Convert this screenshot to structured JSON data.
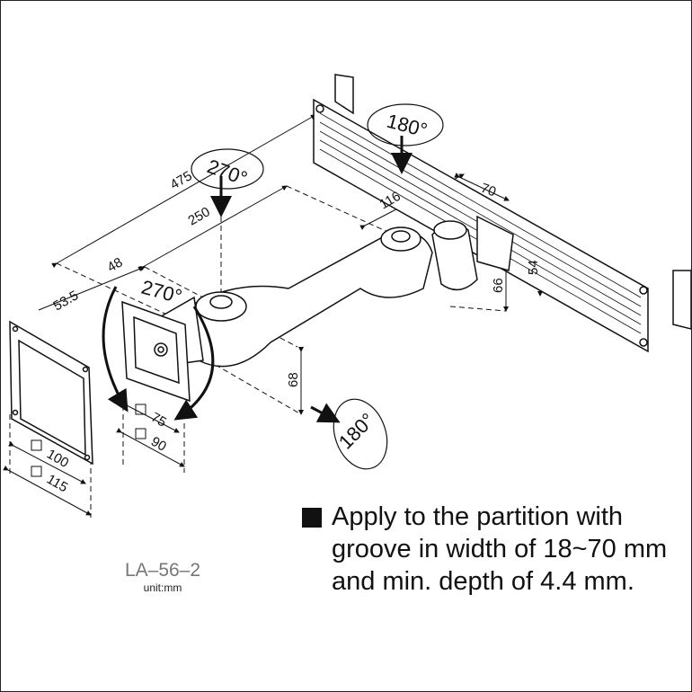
{
  "dimensions": {
    "d475": "475",
    "d250": "250",
    "d48": "48",
    "d53_5": "53.5",
    "d116": "116",
    "d70": "70",
    "d54": "54",
    "d66": "66",
    "d68": "68",
    "vesa75": "75",
    "vesa90": "90",
    "vesa100": "100",
    "vesa115": "115"
  },
  "rotations": {
    "top_swivel": "270°",
    "tilt": "270°",
    "rail_swivel": "180°",
    "arm_swivel": "180°"
  },
  "note": {
    "line1": "Apply to the partition with",
    "line2": "groove in width of 18~70 mm",
    "line3": "and min. depth of 4.4 mm."
  },
  "model": {
    "name": "LA–56–2",
    "unit": "unit:mm"
  }
}
